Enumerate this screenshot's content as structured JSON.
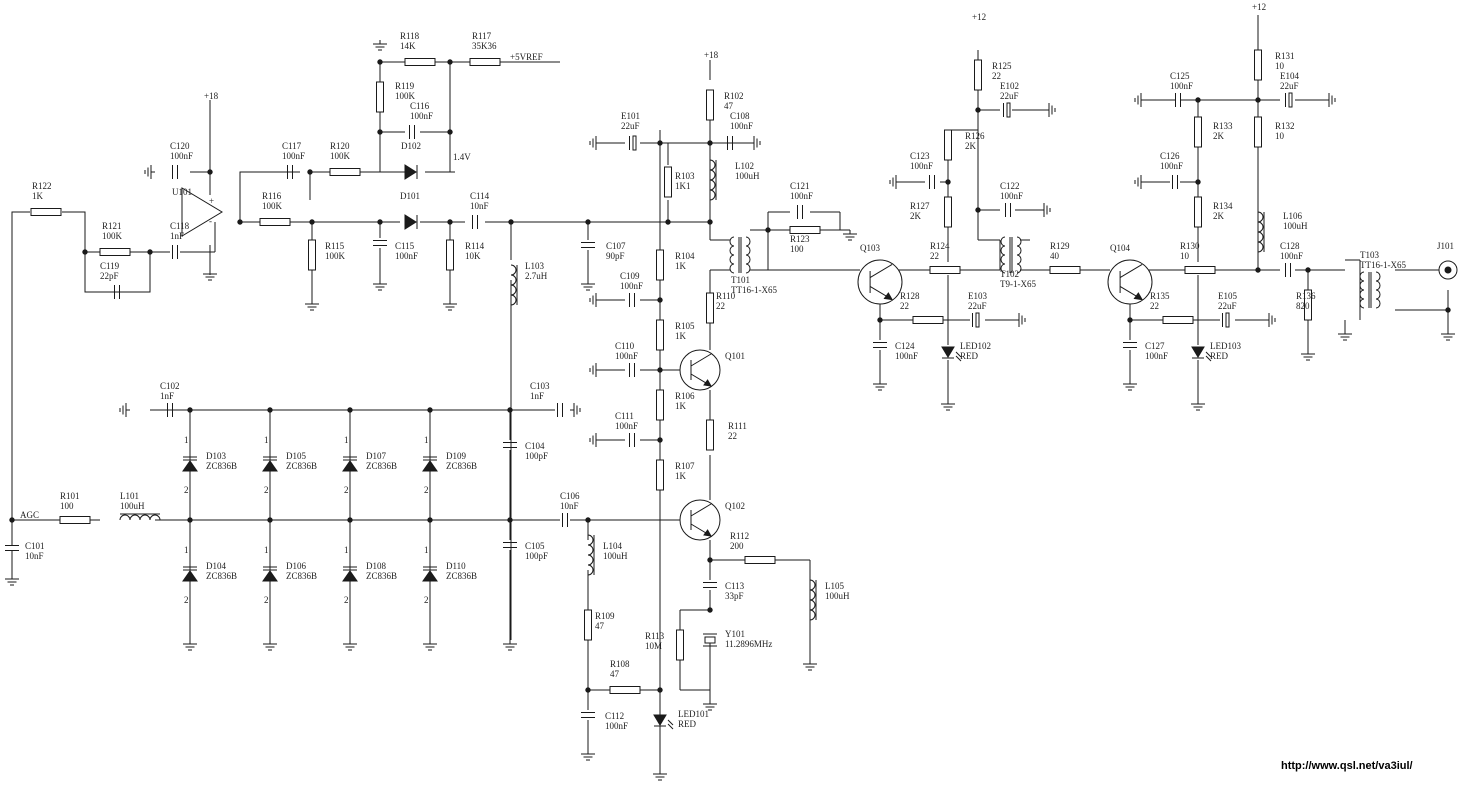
{
  "url": "http://www.qsl.net/va3iul/",
  "nets": {
    "agc": "AGC",
    "vref": "+5VREF",
    "v14": "1.4V",
    "plus18": "+18",
    "plus12": "+12"
  },
  "op": {
    "ref": "U101",
    "plus": "+",
    "minus": "-"
  },
  "components": {
    "R101": {
      "ref": "R101",
      "val": "100"
    },
    "L101": {
      "ref": "L101",
      "val": "100uH"
    },
    "C101": {
      "ref": "C101",
      "val": "10nF"
    },
    "R122": {
      "ref": "R122",
      "val": "1K"
    },
    "R121": {
      "ref": "R121",
      "val": "100K"
    },
    "C118": {
      "ref": "C118",
      "val": "1nF"
    },
    "C119": {
      "ref": "C119",
      "val": "22pF"
    },
    "C120": {
      "ref": "C120",
      "val": "100nF"
    },
    "C117": {
      "ref": "C117",
      "val": "100nF"
    },
    "R120": {
      "ref": "R120",
      "val": "100K"
    },
    "R116": {
      "ref": "R116",
      "val": "100K"
    },
    "R115": {
      "ref": "R115",
      "val": "100K"
    },
    "C115": {
      "ref": "C115",
      "val": "100nF"
    },
    "R114": {
      "ref": "R114",
      "val": "10K"
    },
    "D101": {
      "ref": "D101",
      "val": ""
    },
    "D102": {
      "ref": "D102",
      "val": ""
    },
    "R118": {
      "ref": "R118",
      "val": "14K"
    },
    "R117": {
      "ref": "R117",
      "val": "35K36"
    },
    "R119": {
      "ref": "R119",
      "val": "100K"
    },
    "C116": {
      "ref": "C116",
      "val": "100nF"
    },
    "C114": {
      "ref": "C114",
      "val": "10nF"
    },
    "L103": {
      "ref": "L103",
      "val": "2.7uH"
    },
    "C102": {
      "ref": "C102",
      "val": "1nF"
    },
    "C103": {
      "ref": "C103",
      "val": "1nF"
    },
    "C104": {
      "ref": "C104",
      "val": "100pF"
    },
    "C105": {
      "ref": "C105",
      "val": "100pF"
    },
    "C106": {
      "ref": "C106",
      "val": "10nF"
    },
    "D103": {
      "ref": "D103",
      "val": "ZC836B"
    },
    "D104": {
      "ref": "D104",
      "val": "ZC836B"
    },
    "D105": {
      "ref": "D105",
      "val": "ZC836B"
    },
    "D106": {
      "ref": "D106",
      "val": "ZC836B"
    },
    "D107": {
      "ref": "D107",
      "val": "ZC836B"
    },
    "D108": {
      "ref": "D108",
      "val": "ZC836B"
    },
    "D109": {
      "ref": "D109",
      "val": "ZC836B"
    },
    "D110": {
      "ref": "D110",
      "val": "ZC836B"
    },
    "E101": {
      "ref": "E101",
      "val": "22uF"
    },
    "R103": {
      "ref": "R103",
      "val": "1K1"
    },
    "R102": {
      "ref": "R102",
      "val": "47"
    },
    "C108": {
      "ref": "C108",
      "val": "100nF"
    },
    "L102": {
      "ref": "L102",
      "val": "100uH"
    },
    "C107": {
      "ref": "C107",
      "val": "90pF"
    },
    "R104": {
      "ref": "R104",
      "val": "1K"
    },
    "C109": {
      "ref": "C109",
      "val": "100nF"
    },
    "R105": {
      "ref": "R105",
      "val": "1K"
    },
    "C110": {
      "ref": "C110",
      "val": "100nF"
    },
    "R106": {
      "ref": "R106",
      "val": "1K"
    },
    "C111": {
      "ref": "C111",
      "val": "100nF"
    },
    "R107": {
      "ref": "R107",
      "val": "1K"
    },
    "R110": {
      "ref": "R110",
      "val": "22"
    },
    "R111": {
      "ref": "R111",
      "val": "22"
    },
    "Q101": {
      "ref": "Q101",
      "val": ""
    },
    "Q102": {
      "ref": "Q102",
      "val": ""
    },
    "L104": {
      "ref": "L104",
      "val": "100uH"
    },
    "R109": {
      "ref": "R109",
      "val": "47"
    },
    "R108": {
      "ref": "R108",
      "val": "47"
    },
    "C112": {
      "ref": "C112",
      "val": "100nF"
    },
    "LED101": {
      "ref": "LED101",
      "val": "RED"
    },
    "R113": {
      "ref": "R113",
      "val": "10M"
    },
    "Y101": {
      "ref": "Y101",
      "val": "11.2896MHz"
    },
    "C113": {
      "ref": "C113",
      "val": "33pF"
    },
    "R112": {
      "ref": "R112",
      "val": "200"
    },
    "L105": {
      "ref": "L105",
      "val": "100uH"
    },
    "T101": {
      "ref": "T101",
      "val": "TT16-1-X65"
    },
    "C121": {
      "ref": "C121",
      "val": "100nF"
    },
    "R123": {
      "ref": "R123",
      "val": "100"
    },
    "Q103": {
      "ref": "Q103",
      "val": ""
    },
    "R128": {
      "ref": "R128",
      "val": "22"
    },
    "C124": {
      "ref": "C124",
      "val": "100nF"
    },
    "E103": {
      "ref": "E103",
      "val": "22uF"
    },
    "LED102": {
      "ref": "LED102",
      "val": "RED"
    },
    "R124": {
      "ref": "R124",
      "val": "22"
    },
    "C123": {
      "ref": "C123",
      "val": "100nF"
    },
    "R127": {
      "ref": "R127",
      "val": "2K"
    },
    "R126": {
      "ref": "R126",
      "val": "2K"
    },
    "R125": {
      "ref": "R125",
      "val": "22"
    },
    "E102": {
      "ref": "E102",
      "val": "22uF"
    },
    "C122": {
      "ref": "C122",
      "val": "100nF"
    },
    "T102": {
      "ref": "T102",
      "val": "T9-1-X65"
    },
    "R129": {
      "ref": "R129",
      "val": "40"
    },
    "Q104": {
      "ref": "Q104",
      "val": ""
    },
    "R135": {
      "ref": "R135",
      "val": "22"
    },
    "C127": {
      "ref": "C127",
      "val": "100nF"
    },
    "E105": {
      "ref": "E105",
      "val": "22uF"
    },
    "LED103": {
      "ref": "LED103",
      "val": "RED"
    },
    "R130": {
      "ref": "R130",
      "val": "10"
    },
    "C125": {
      "ref": "C125",
      "val": "100nF"
    },
    "R133": {
      "ref": "R133",
      "val": "2K"
    },
    "C126": {
      "ref": "C126",
      "val": "100nF"
    },
    "R134": {
      "ref": "R134",
      "val": "2K"
    },
    "R131": {
      "ref": "R131",
      "val": "10"
    },
    "E104": {
      "ref": "E104",
      "val": "22uF"
    },
    "R132": {
      "ref": "R132",
      "val": "10"
    },
    "L106": {
      "ref": "L106",
      "val": "100uH"
    },
    "C128": {
      "ref": "C128",
      "val": "100nF"
    },
    "T103": {
      "ref": "T103",
      "val": "TT16-1-X65"
    },
    "R136": {
      "ref": "R136",
      "val": "820"
    },
    "J101": {
      "ref": "J101",
      "val": ""
    }
  }
}
